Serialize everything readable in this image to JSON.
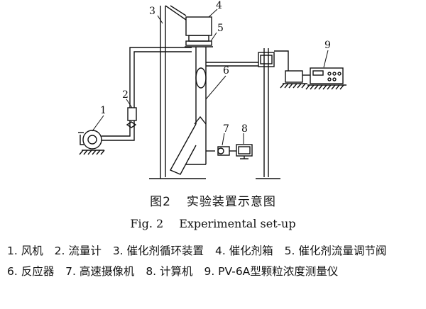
{
  "diagram": {
    "labels": {
      "l1": "1",
      "l2": "2",
      "l3": "3",
      "l4": "4",
      "l5": "5",
      "l6": "6",
      "l7": "7",
      "l8": "8",
      "l9": "9"
    }
  },
  "caption": {
    "cn_number": "图2",
    "cn_title": "实验装置示意图",
    "en_number": "Fig. 2",
    "en_title": "Experimental set-up"
  },
  "legend": [
    "1. 风机",
    "2. 流量计",
    "3. 催化剂循环装置",
    "4. 催化剂箱",
    "5. 催化剂流量调节阀",
    "6. 反应器",
    "7. 高速摄像机",
    "8. 计算机",
    "9. PV-6A型颗粒浓度测量仪"
  ]
}
